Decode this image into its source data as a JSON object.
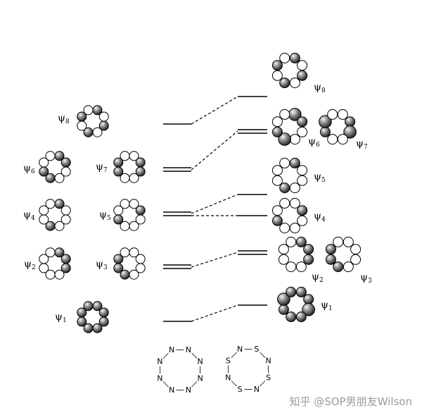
{
  "left_labels": [
    "ψ8",
    "ψ6",
    "ψ7",
    "ψ4",
    "ψ5",
    "ψ2",
    "ψ3",
    "ψ1"
  ],
  "right_labels": [
    "ψ8",
    "ψ6",
    "ψ7",
    "ψ5",
    "ψ4",
    "ψ2",
    "ψ3",
    "ψ1"
  ],
  "molecules": {
    "n8_atom": "N",
    "s4n4_atoms": [
      "S",
      "N"
    ]
  },
  "watermark": "知乎 @SOP男朋友Wilson"
}
